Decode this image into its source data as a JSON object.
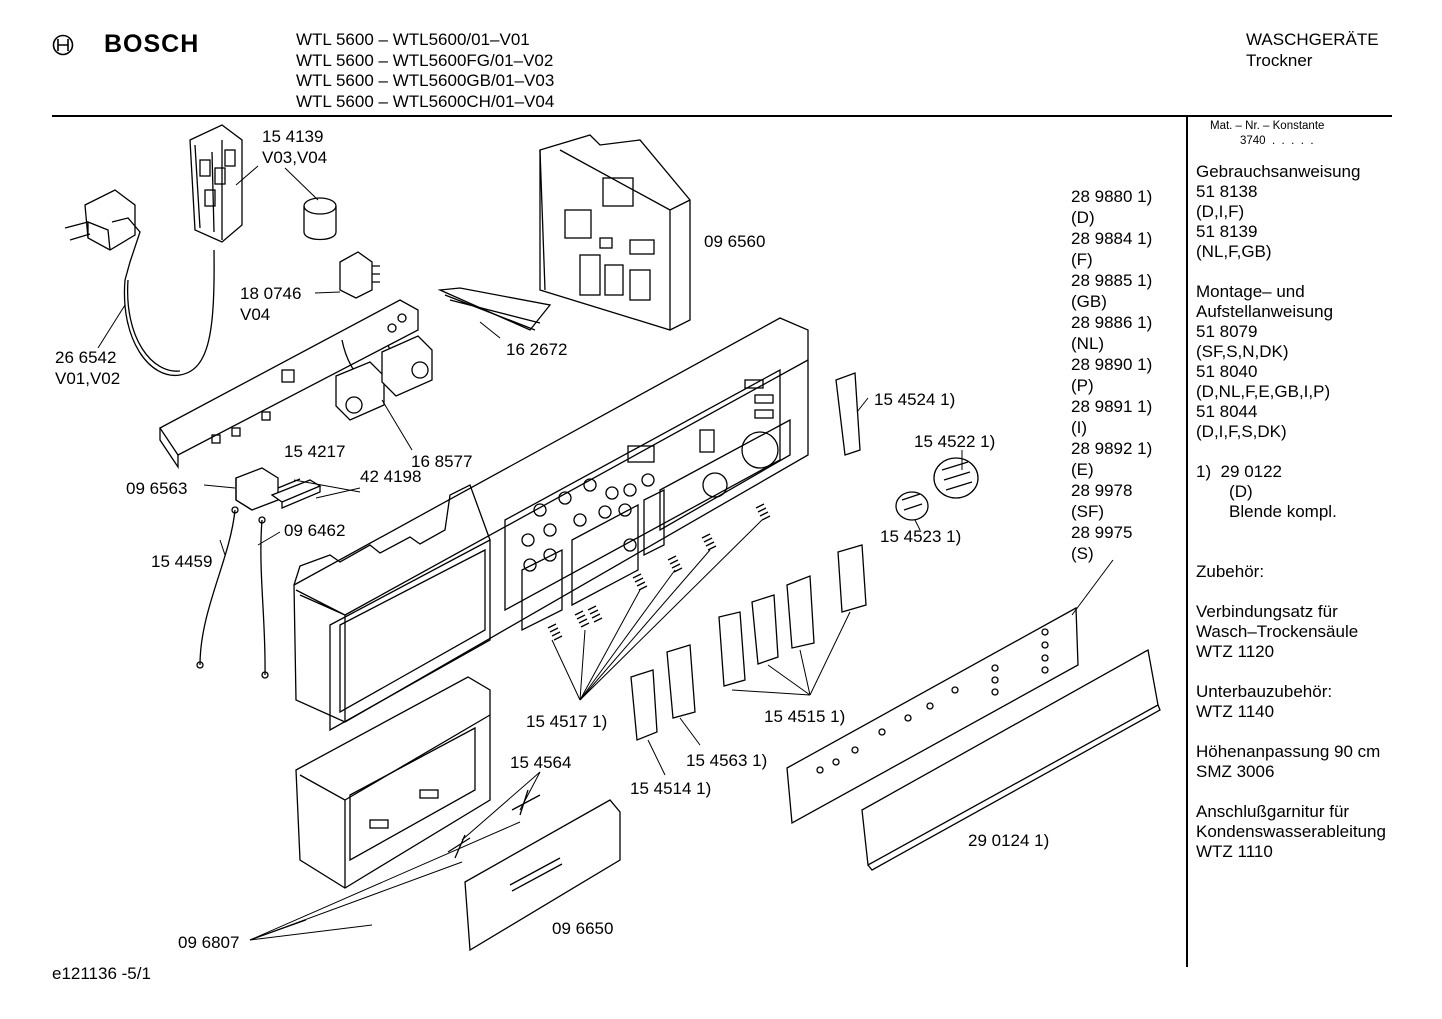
{
  "header": {
    "brand": "BOSCH",
    "models": [
      "WTL 5600 – WTL5600/01–V01",
      "WTL 5600 – WTL5600FG/01–V02",
      "WTL 5600 – WTL5600GB/01–V03",
      "WTL 5600 – WTL5600CH/01–V04"
    ],
    "category": "WASCHGERÄTE",
    "subcategory": "Trockner"
  },
  "sidebar": {
    "mat_label": "Mat. – Nr. – Konstante",
    "mat_value": "3740  .  .  .  .  .",
    "lines": [
      "Gebrauchsanweisung",
      "51 8138",
      "(D,I,F)",
      "51 8139",
      "(NL,F,GB)",
      "",
      "Montage– und",
      "Aufstellanweisung",
      "51 8079",
      "(SF,S,N,DK)",
      "51 8040",
      "(D,NL,F,E,GB,I,P)",
      "51 8044",
      "(D,I,F,S,DK)",
      "",
      "1)  29 0122",
      "       (D)",
      "       Blende kompl.",
      "",
      "",
      "Zubehör:",
      "",
      "Verbindungsatz für",
      "Wasch–Trockensäule",
      "WTZ 1120",
      "",
      "Unterbauzubehör:",
      "WTZ 1140",
      "",
      "Höhenanpassung 90 cm",
      "SMZ 3006",
      "",
      "Anschlußgarnitur für",
      "Kondenswasserableitung",
      "WTZ 1110"
    ]
  },
  "variants": [
    "28 9880 1)",
    "(D)",
    "28 9884 1)",
    "(F)",
    "28 9885 1)",
    "(GB)",
    "28 9886 1)",
    "(NL)",
    "28 9890 1)",
    "(P)",
    "28 9891 1)",
    "(I)",
    "28 9892 1)",
    "(E)",
    "28 9978",
    "(SF)",
    "28 9975",
    "(S)"
  ],
  "callouts": {
    "c154139": "15 4139",
    "c154139v": "V03,V04",
    "c180746": "18 0746",
    "c180746v": "V04",
    "c266542": "26 6542",
    "c266542v": "V01,V02",
    "c096560": "09 6560",
    "c162672": "16 2672",
    "c168577": "16 8577",
    "c154217": "15 4217",
    "c424198": "42 4198",
    "c096563": "09 6563",
    "c096462": "09 6462",
    "c154459": "15 4459",
    "c154524": "15 4524 1)",
    "c154522": "15 4522 1)",
    "c154523": "15 4523 1)",
    "c154517": "15 4517 1)",
    "c154515": "15 4515 1)",
    "c154563": "15 4563 1)",
    "c154514": "15 4514 1)",
    "c154564": "15 4564",
    "c290124": "29 0124 1)",
    "c096807": "09 6807",
    "c096650": "09 6650"
  },
  "footer": {
    "code": "e121136 -5/1"
  }
}
